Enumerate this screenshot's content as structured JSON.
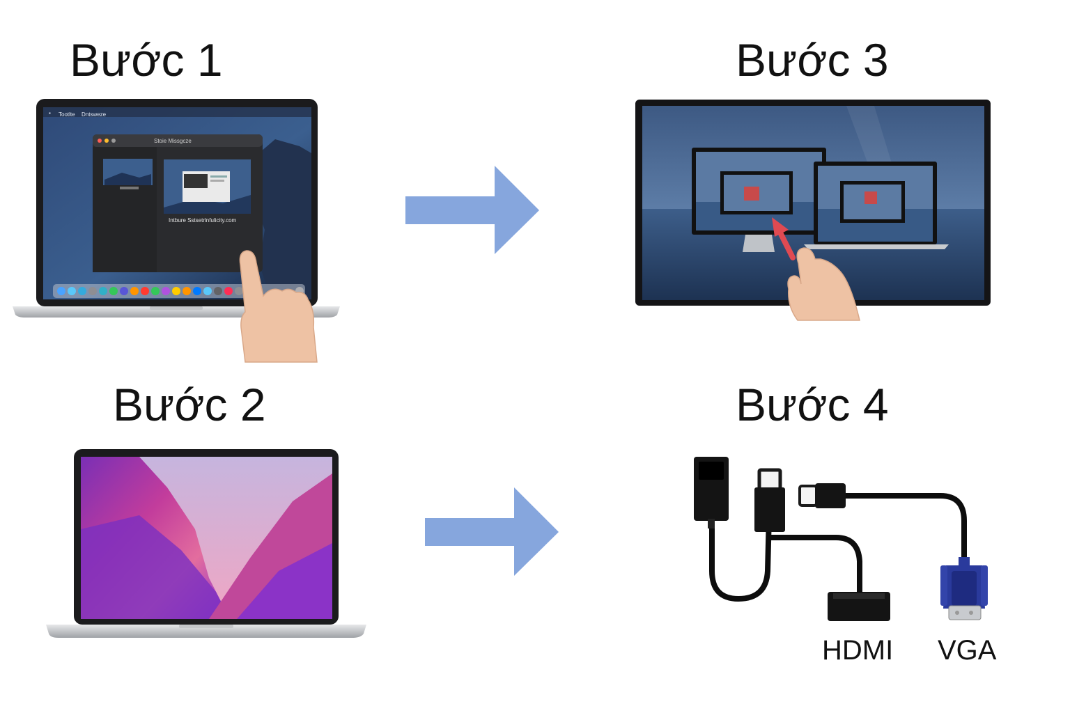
{
  "steps": {
    "step1": {
      "title": "Bước 1",
      "menubar_items": [
        "Tootlte",
        "Dntsweze"
      ],
      "window_title": "Stoie  Missgcze",
      "window_link": "Intbure Sstsetrlnfulicity.com"
    },
    "step2": {
      "title": "Bước 2"
    },
    "step3": {
      "title": "Bước 3"
    },
    "step4": {
      "title": "Bước 4",
      "ports": [
        "HDMI",
        "VGA"
      ]
    }
  },
  "colors": {
    "arrow": "#86a6dd",
    "laptop_bezel": "#1b1b1d",
    "hand": "#eec2a4",
    "vga_blue": "#2a3a9c",
    "tap_arrow": "#e04a52"
  },
  "icons": [
    "arrow-right-icon",
    "hand-pointer-icon",
    "laptop-icon",
    "monitor-icon",
    "hdmi-cable-icon",
    "vga-connector-icon"
  ]
}
